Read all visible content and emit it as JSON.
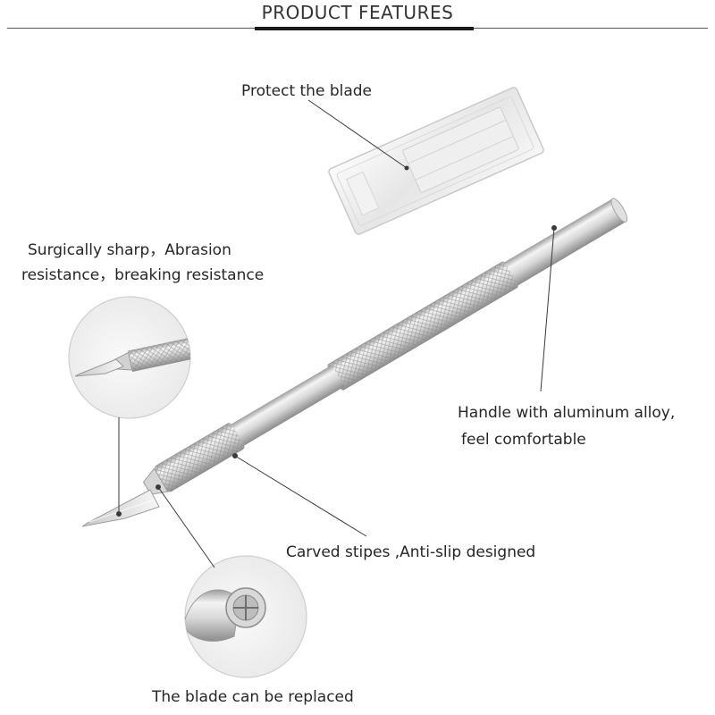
{
  "header": {
    "title": "PRODUCT FEATURES"
  },
  "callouts": {
    "protect": "Protect the blade",
    "sharp_line1": "Surgically sharp，Abrasion",
    "sharp_line2": "resistance，breaking resistance",
    "handle_line1": "Handle with aluminum alloy,",
    "handle_line2": "feel comfortable",
    "carved": "Carved stipes ,Anti-slip designed",
    "replaced": "The blade can be replaced"
  },
  "colors": {
    "metal_light": "#f2f2f2",
    "metal_mid": "#c9c9c9",
    "metal_dark": "#9a9a9a",
    "leader_line": "#3a3a3a"
  }
}
